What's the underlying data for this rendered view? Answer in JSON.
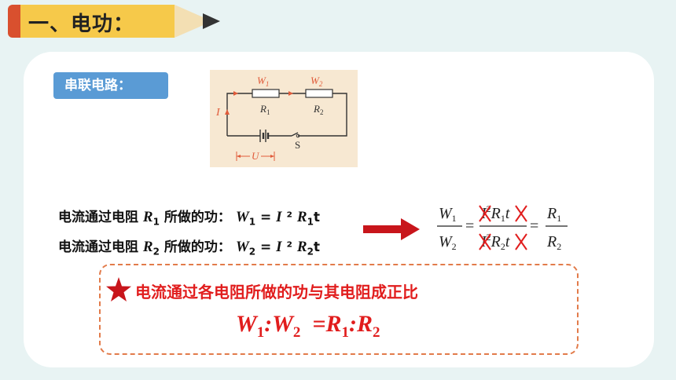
{
  "slide": {
    "title": "一、电功：",
    "badge": "串联电路：",
    "line1": {
      "prefix": "电流通过电阻",
      "r": "R",
      "r_sub": "1",
      "mid": "所做的功：",
      "w": "W",
      "w_sub": "1",
      "eq": " = ",
      "i": "I",
      "sq": " ² ",
      "r2": "R",
      "r2_sub": "1",
      "t": "t"
    },
    "line2": {
      "prefix": "电流通过电阻",
      "r": "R",
      "r_sub": "2",
      "mid": "所做的功：",
      "w": "W",
      "w_sub": "2",
      "eq": " = ",
      "i": "I",
      "sq": " ² ",
      "r2": "R",
      "r2_sub": "2",
      "t": "t"
    },
    "proportion_text": "电流通过各电阻所做的功与其电阻成正比",
    "result": {
      "w1": "W",
      "w1_sub": "1",
      "colon1": ":",
      "w2": "W",
      "w2_sub": "2",
      "eq": " =",
      "r1": "R",
      "r1_sub": "1",
      "colon2": ":",
      "r2": "R",
      "r2_sub": "2"
    }
  },
  "circuit": {
    "w1": "W",
    "w1_sub": "1",
    "w2": "W",
    "w2_sub": "2",
    "r1": "R",
    "r1_sub": "1",
    "r2": "R",
    "r2_sub": "2",
    "current": "I",
    "voltage": "U",
    "switch": "S"
  },
  "ratio": {
    "w": "W",
    "sub1": "1",
    "sub2": "2",
    "i": "I",
    "sq": "2",
    "r": "R",
    "t": "t",
    "eq": "="
  },
  "colors": {
    "accent_red": "#e11d1d",
    "badge_blue": "#5a9bd5",
    "circuit_arrow": "#e05b3a",
    "dashed_border": "#e27b4a"
  },
  "icons": {
    "star": "star-icon",
    "arrow": "right-arrow-icon",
    "pencil": "pencil-icon"
  }
}
